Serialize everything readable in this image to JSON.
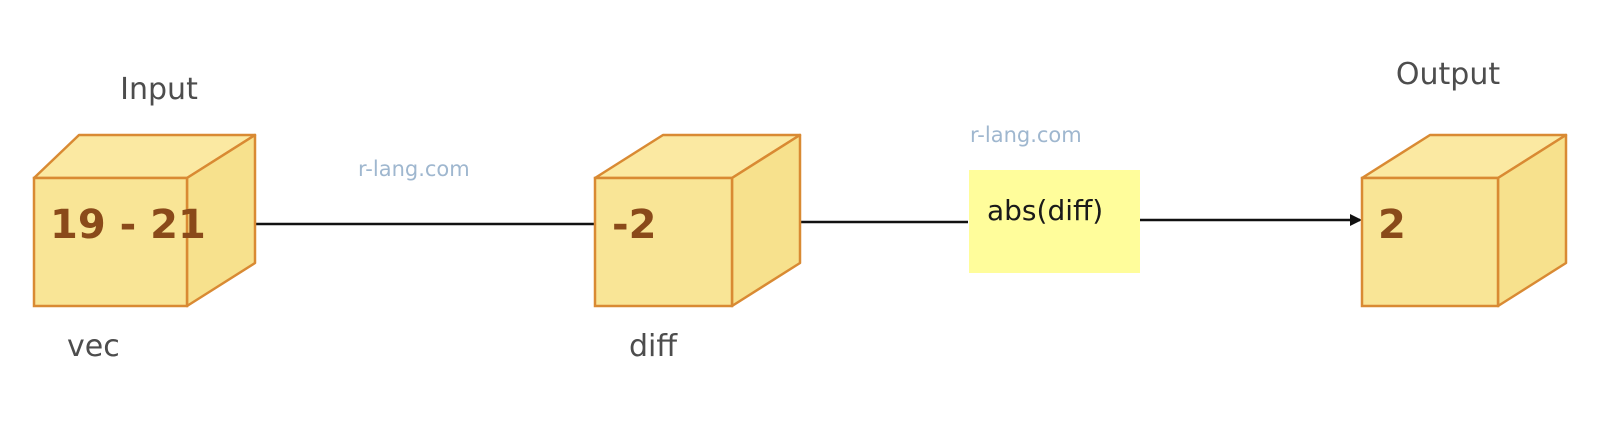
{
  "headings": {
    "input": "Input",
    "output": "Output"
  },
  "watermarks": {
    "first": "r-lang.com",
    "second": "r-lang.com"
  },
  "cubes": {
    "input": {
      "value": "19 - 21",
      "caption": "vec"
    },
    "middle": {
      "value": "-2",
      "caption": "diff"
    },
    "output": {
      "value": "2",
      "caption": ""
    }
  },
  "operation": {
    "label": "abs(diff)"
  },
  "colors": {
    "cube_front": "#f9e596",
    "cube_top": "#fbe9a2",
    "cube_side": "#f7e18d",
    "cube_stroke": "#d98a33",
    "value_text": "#8a4a1a",
    "note_fill": "#fffd9b",
    "heading_text": "#4d4d4d",
    "watermark_text": "#9fb7cf",
    "connector": "#111111"
  }
}
